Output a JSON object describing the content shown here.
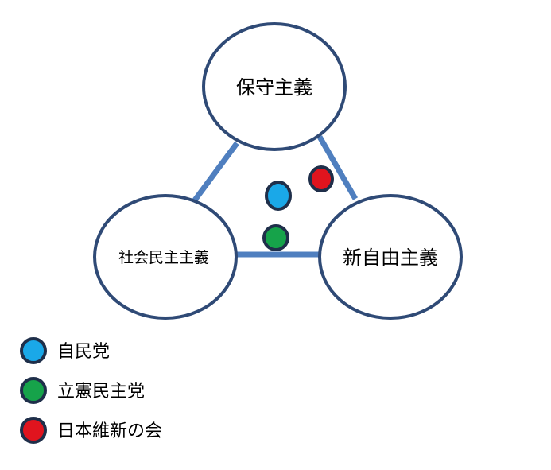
{
  "nodes": {
    "conservatism": {
      "label": "保守主義"
    },
    "social_democracy": {
      "label": "社会民主主義"
    },
    "neoliberalism": {
      "label": "新自由主義"
    }
  },
  "colors": {
    "outline": "#2f4a76",
    "connector": "#4f7fbf",
    "dot_outline": "#1f2f4a",
    "ldp": "#1aa8e8",
    "cdp": "#16a34a",
    "ishin": "#e0141e"
  },
  "legend": {
    "items": [
      {
        "label": "自民党",
        "color": "#1aa8e8"
      },
      {
        "label": "立憲民主党",
        "color": "#16a34a"
      },
      {
        "label": "日本維新の会",
        "color": "#e0141e"
      }
    ]
  }
}
